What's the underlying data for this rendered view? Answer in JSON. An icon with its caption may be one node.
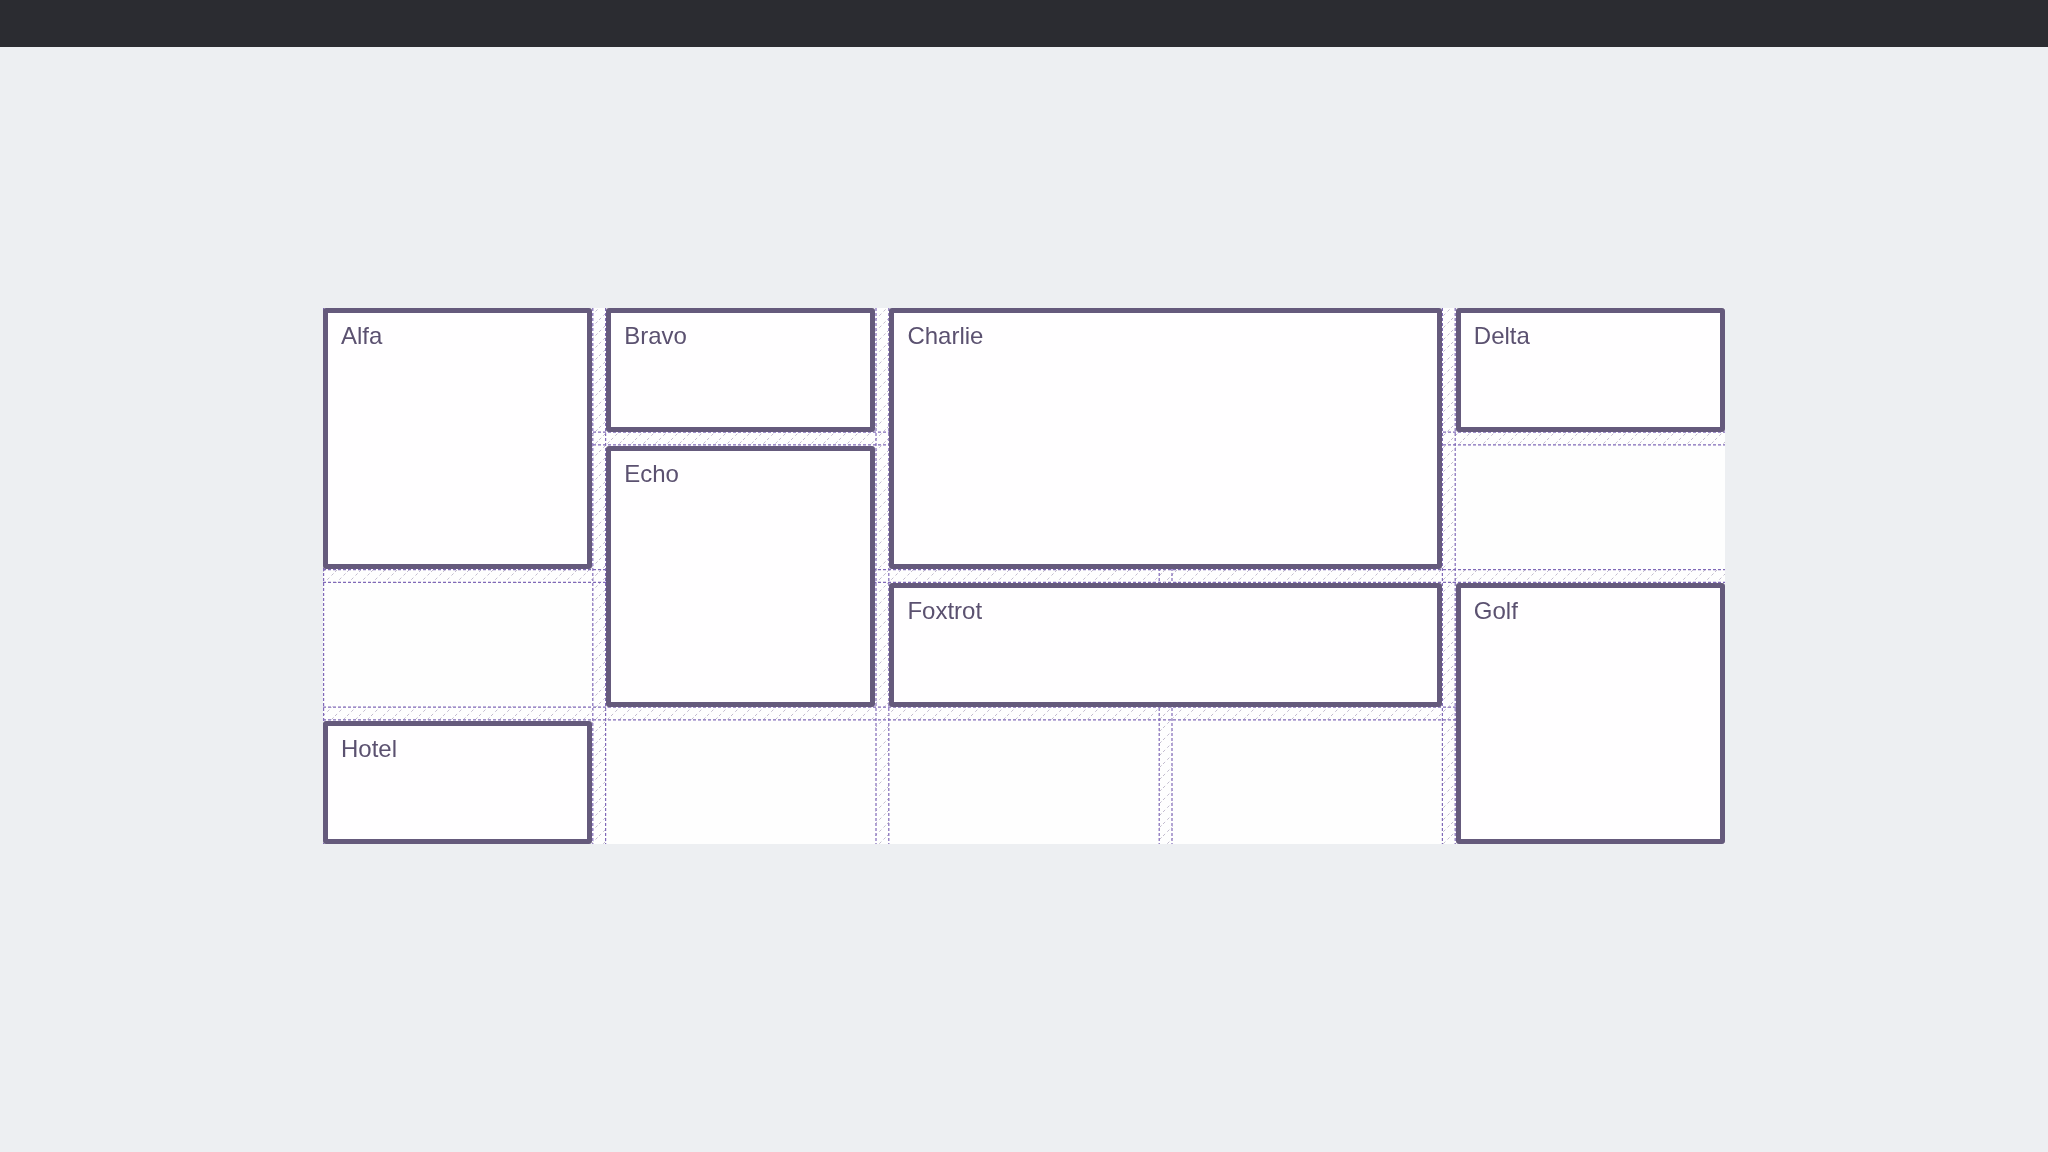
{
  "diagram": {
    "nodes": [
      {
        "text": [
          "Alfa"
        ]
      },
      {
        "text": [
          "Bravo"
        ]
      },
      {
        "text": [
          "Charlie"
        ]
      },
      {
        "text": [
          "Delta"
        ]
      },
      {
        "text": [
          "Echo"
        ]
      },
      {
        "text": [
          "Foxtrot"
        ]
      },
      {
        "text": [
          "Golf"
        ]
      },
      {
        "text": [
          "Hotel"
        ]
      }
    ],
    "edges": []
  }
}
